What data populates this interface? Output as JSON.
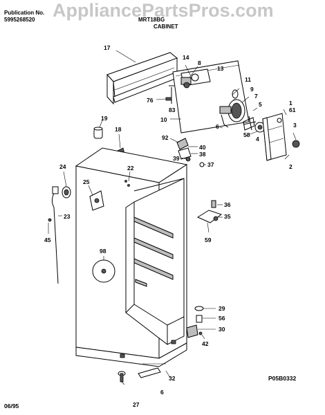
{
  "header": {
    "publication_label": "Publication No.",
    "publication_number": "5995268520",
    "model": "MRT18BG",
    "section_title": "CABINET"
  },
  "watermark": "AppliancePartsPros.com",
  "footer": {
    "date_code": "06/95",
    "diagram_code": "P05B0332"
  },
  "callouts": {
    "c17": "17",
    "c14": "14",
    "c8": "8",
    "c13": "13",
    "c76": "76",
    "c83": "83",
    "c10": "10",
    "c11": "11",
    "c9": "9",
    "c7": "7",
    "c6": "6",
    "c5": "5",
    "c58": "58",
    "c1": "1",
    "c61": "61",
    "c3": "3",
    "c4": "4",
    "c2": "2",
    "c19": "19",
    "c18": "18",
    "c92": "92",
    "c40": "40",
    "c38": "38",
    "c39": "39",
    "c37": "37",
    "c22": "22",
    "c24": "24",
    "c25": "25",
    "c23": "23",
    "c45": "45",
    "c36": "36",
    "c35": "35",
    "c59": "59",
    "c98": "98",
    "c29": "29",
    "c56": "56",
    "c30": "30",
    "c42": "42",
    "c32": "32",
    "c6b": "6",
    "c27": "27"
  }
}
